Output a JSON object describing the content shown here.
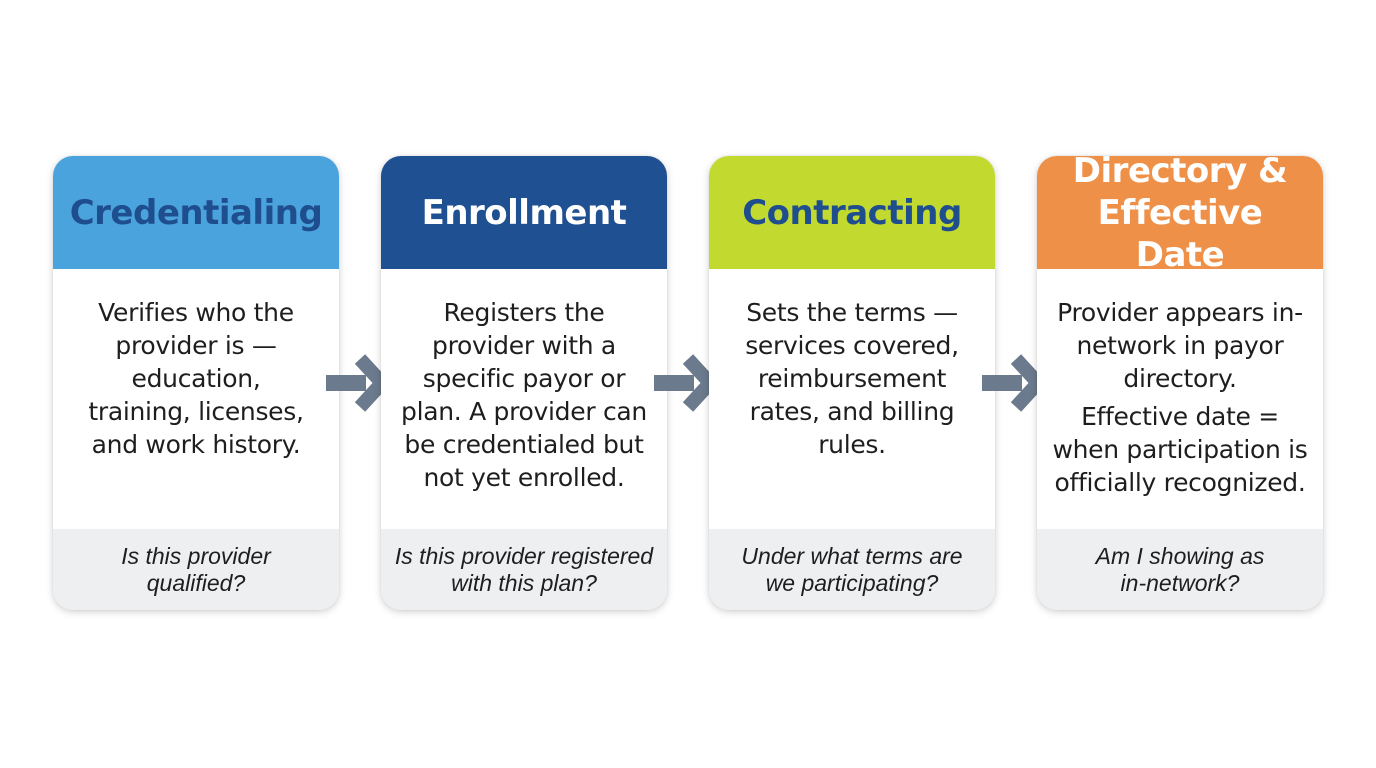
{
  "steps": [
    {
      "title": "Credentialing",
      "title_color": "#1f4e8e",
      "header_color": "#4aa3dc",
      "description": [
        "Verifies who the provider is — education, training, licenses, and work history."
      ],
      "question": "Is this provider qualified?"
    },
    {
      "title": "Enrollment",
      "title_color": "#ffffff",
      "header_color": "#1f5092",
      "description": [
        "Registers the provider with a specific payor or plan. A provider can be credentialed but not yet enrolled."
      ],
      "question": "Is this provider registered with this plan?"
    },
    {
      "title": "Contracting",
      "title_color": "#1f4e8e",
      "header_color": "#c2d92f",
      "description": [
        "Sets the terms — services covered, reimbursement rates, and billing rules."
      ],
      "question": "Under what terms are we participating?"
    },
    {
      "title": "Directory & Effective Date",
      "title_color": "#ffffff",
      "header_color": "#ef9048",
      "description": [
        "Provider appears in-network in payor directory.",
        "Effective date = when participation is officially recognized."
      ],
      "question": "Am I showing as in-network?"
    }
  ],
  "arrow_color": "#6b7a8d",
  "icons": {
    "connector": "right-arrow-icon"
  }
}
